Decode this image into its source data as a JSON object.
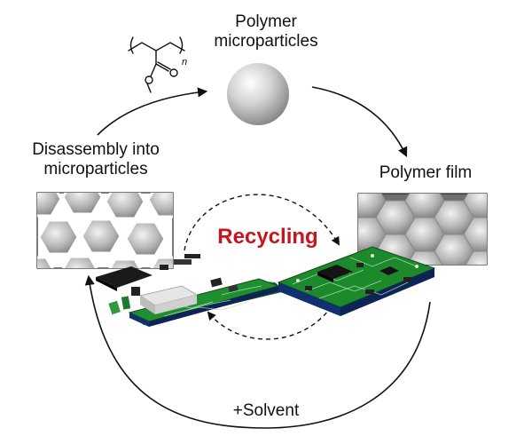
{
  "labels": {
    "polymer_microparticles_line1": "Polymer",
    "polymer_microparticles_line2": "microparticles",
    "disassembly_line1": "Disassembly into",
    "disassembly_line2": "microparticles",
    "polymer_film": "Polymer film",
    "recycling": "Recycling",
    "solvent": "+Solvent",
    "repeat_subscript": "n"
  },
  "colors": {
    "recycling_text": "#c8141e",
    "pcb_green": "#1c8a2c",
    "pcb_dark_green": "#0f5a1c",
    "pcb_edge": "#103070",
    "particle_gray": "#b4b4b4",
    "arrow": "#111111"
  }
}
